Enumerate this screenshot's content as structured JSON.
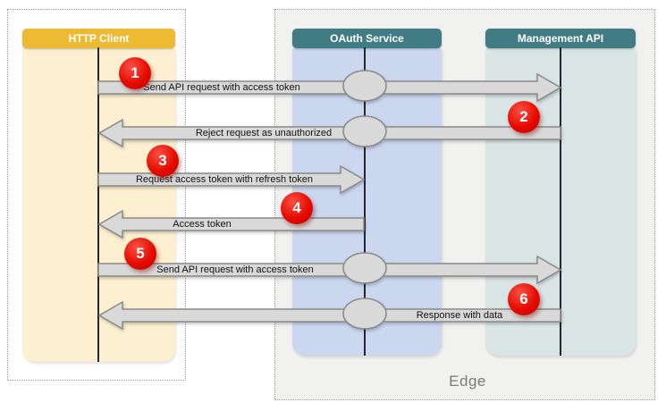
{
  "diagram": {
    "lanes": [
      {
        "id": "http-client",
        "label": "HTTP Client",
        "header_color": "#EDBB33",
        "body_color": "#FCF0D0"
      },
      {
        "id": "oauth-service",
        "label": "OAuth Service",
        "header_color": "#417C84",
        "body_color": "#CAD7EF"
      },
      {
        "id": "management-api",
        "label": "Management API",
        "header_color": "#417C84",
        "body_color": "#D9E4E4"
      }
    ],
    "messages": [
      {
        "step": "1",
        "label": "Send API request with access token",
        "from": "HTTP Client",
        "to": "Management API",
        "direction": "right"
      },
      {
        "step": "2",
        "label": "Reject request as unauthorized",
        "from": "Management API",
        "to": "HTTP Client",
        "direction": "left"
      },
      {
        "step": "3",
        "label": "Request access token with refresh token",
        "from": "HTTP Client",
        "to": "OAuth Service",
        "direction": "right"
      },
      {
        "step": "4",
        "label": "Access token",
        "from": "OAuth Service",
        "to": "HTTP Client",
        "direction": "left"
      },
      {
        "step": "5",
        "label": "Send API request with access token",
        "from": "HTTP Client",
        "to": "Management API",
        "direction": "right"
      },
      {
        "step": "6",
        "label": "Response with data",
        "from": "Management API",
        "to": "HTTP Client",
        "direction": "left"
      }
    ],
    "region_label": "Edge",
    "colors": {
      "arrow_fill": "#D9D9D9",
      "arrow_border": "#8A8A8A",
      "step_badge_red": "#E60B00",
      "region_background": "#F1F1F0",
      "lifeline": "#26262E",
      "caption_gray": "#7A7A7A"
    }
  }
}
